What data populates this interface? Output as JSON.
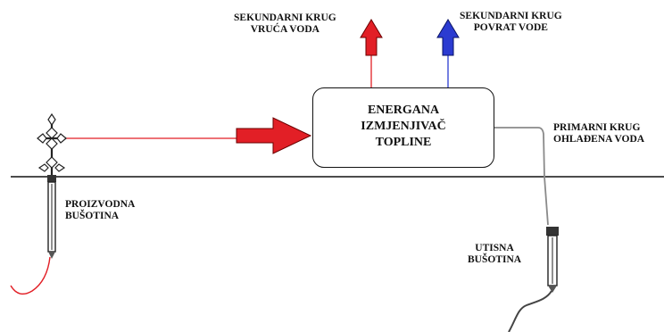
{
  "labels": {
    "secondary_hot_1": "SEKUNDARNI KRUG",
    "secondary_hot_2": "VRUĆA VODA",
    "secondary_return_1": "SEKUNDARNI KRUG",
    "secondary_return_2": "POVRAT VODE",
    "plant_1": "ENERGANA",
    "plant_2": "IZMJENJIVAČ",
    "plant_3": "TOPLINE",
    "primary_1": "PRIMARNI KRUG",
    "primary_2": "OHLAĐENA VODA",
    "production_1": "PROIZVODNA",
    "production_2": "BUŠOTINA",
    "injection_1": "UTISNA",
    "injection_2": "BUŠOTINA"
  },
  "colors": {
    "hot": "#e21f26",
    "return": "#2b3bd1",
    "cooled": "#8a8a8a",
    "ground": "#111111",
    "well_body": "#ffffff"
  }
}
